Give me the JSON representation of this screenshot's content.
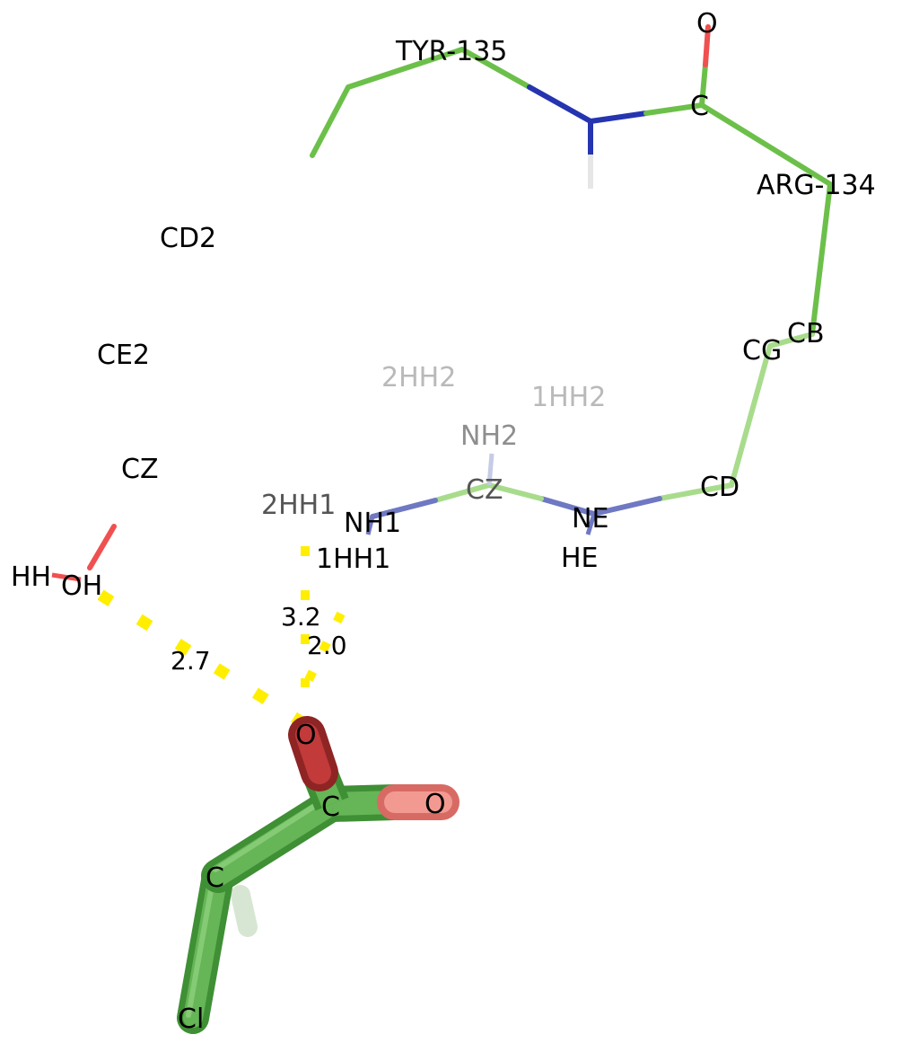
{
  "residues": [
    {
      "label": "TYR-135"
    },
    {
      "label": "ARG-134"
    }
  ],
  "atoms": {
    "backbone_o": "O",
    "backbone_c": "C",
    "tyr_cd2": "CD2",
    "tyr_ce2": "CE2",
    "tyr_cz": "CZ",
    "tyr_oh": "OH",
    "tyr_hh": "HH",
    "arg_cb": "CB",
    "arg_cg": "CG",
    "arg_cd": "CD",
    "arg_ne": "NE",
    "arg_he": "HE",
    "arg_cz": "CZ",
    "arg_nh1": "NH1",
    "arg_nh2": "NH2",
    "arg_1hh1": "1HH1",
    "arg_2hh1": "2HH1",
    "arg_1hh2": "1HH2",
    "arg_2hh2": "2HH2"
  },
  "ligand_atoms": {
    "o_top": "O",
    "o_right": "O",
    "c_carboxyl": "C",
    "c_alpha": "C",
    "cl": "Cl"
  },
  "hbond_distances": {
    "oh_to_o": "2.7",
    "nh1_to_o": "3.2",
    "h_to_o": "2.0"
  },
  "colors": {
    "carbon": "#6cc04a",
    "carbon_light": "#a8dc8c",
    "nitrogen": "#2534b0",
    "nitrogen_light": "#6f78c2",
    "oxygen": "#f05050",
    "hydrogen": "#e6e6e6",
    "hbond": "#ffee00",
    "ligand_carbon": "#5fad4c",
    "ligand_oxygen_dark": "#b83232",
    "ligand_oxygen_light": "#ee7b72"
  }
}
